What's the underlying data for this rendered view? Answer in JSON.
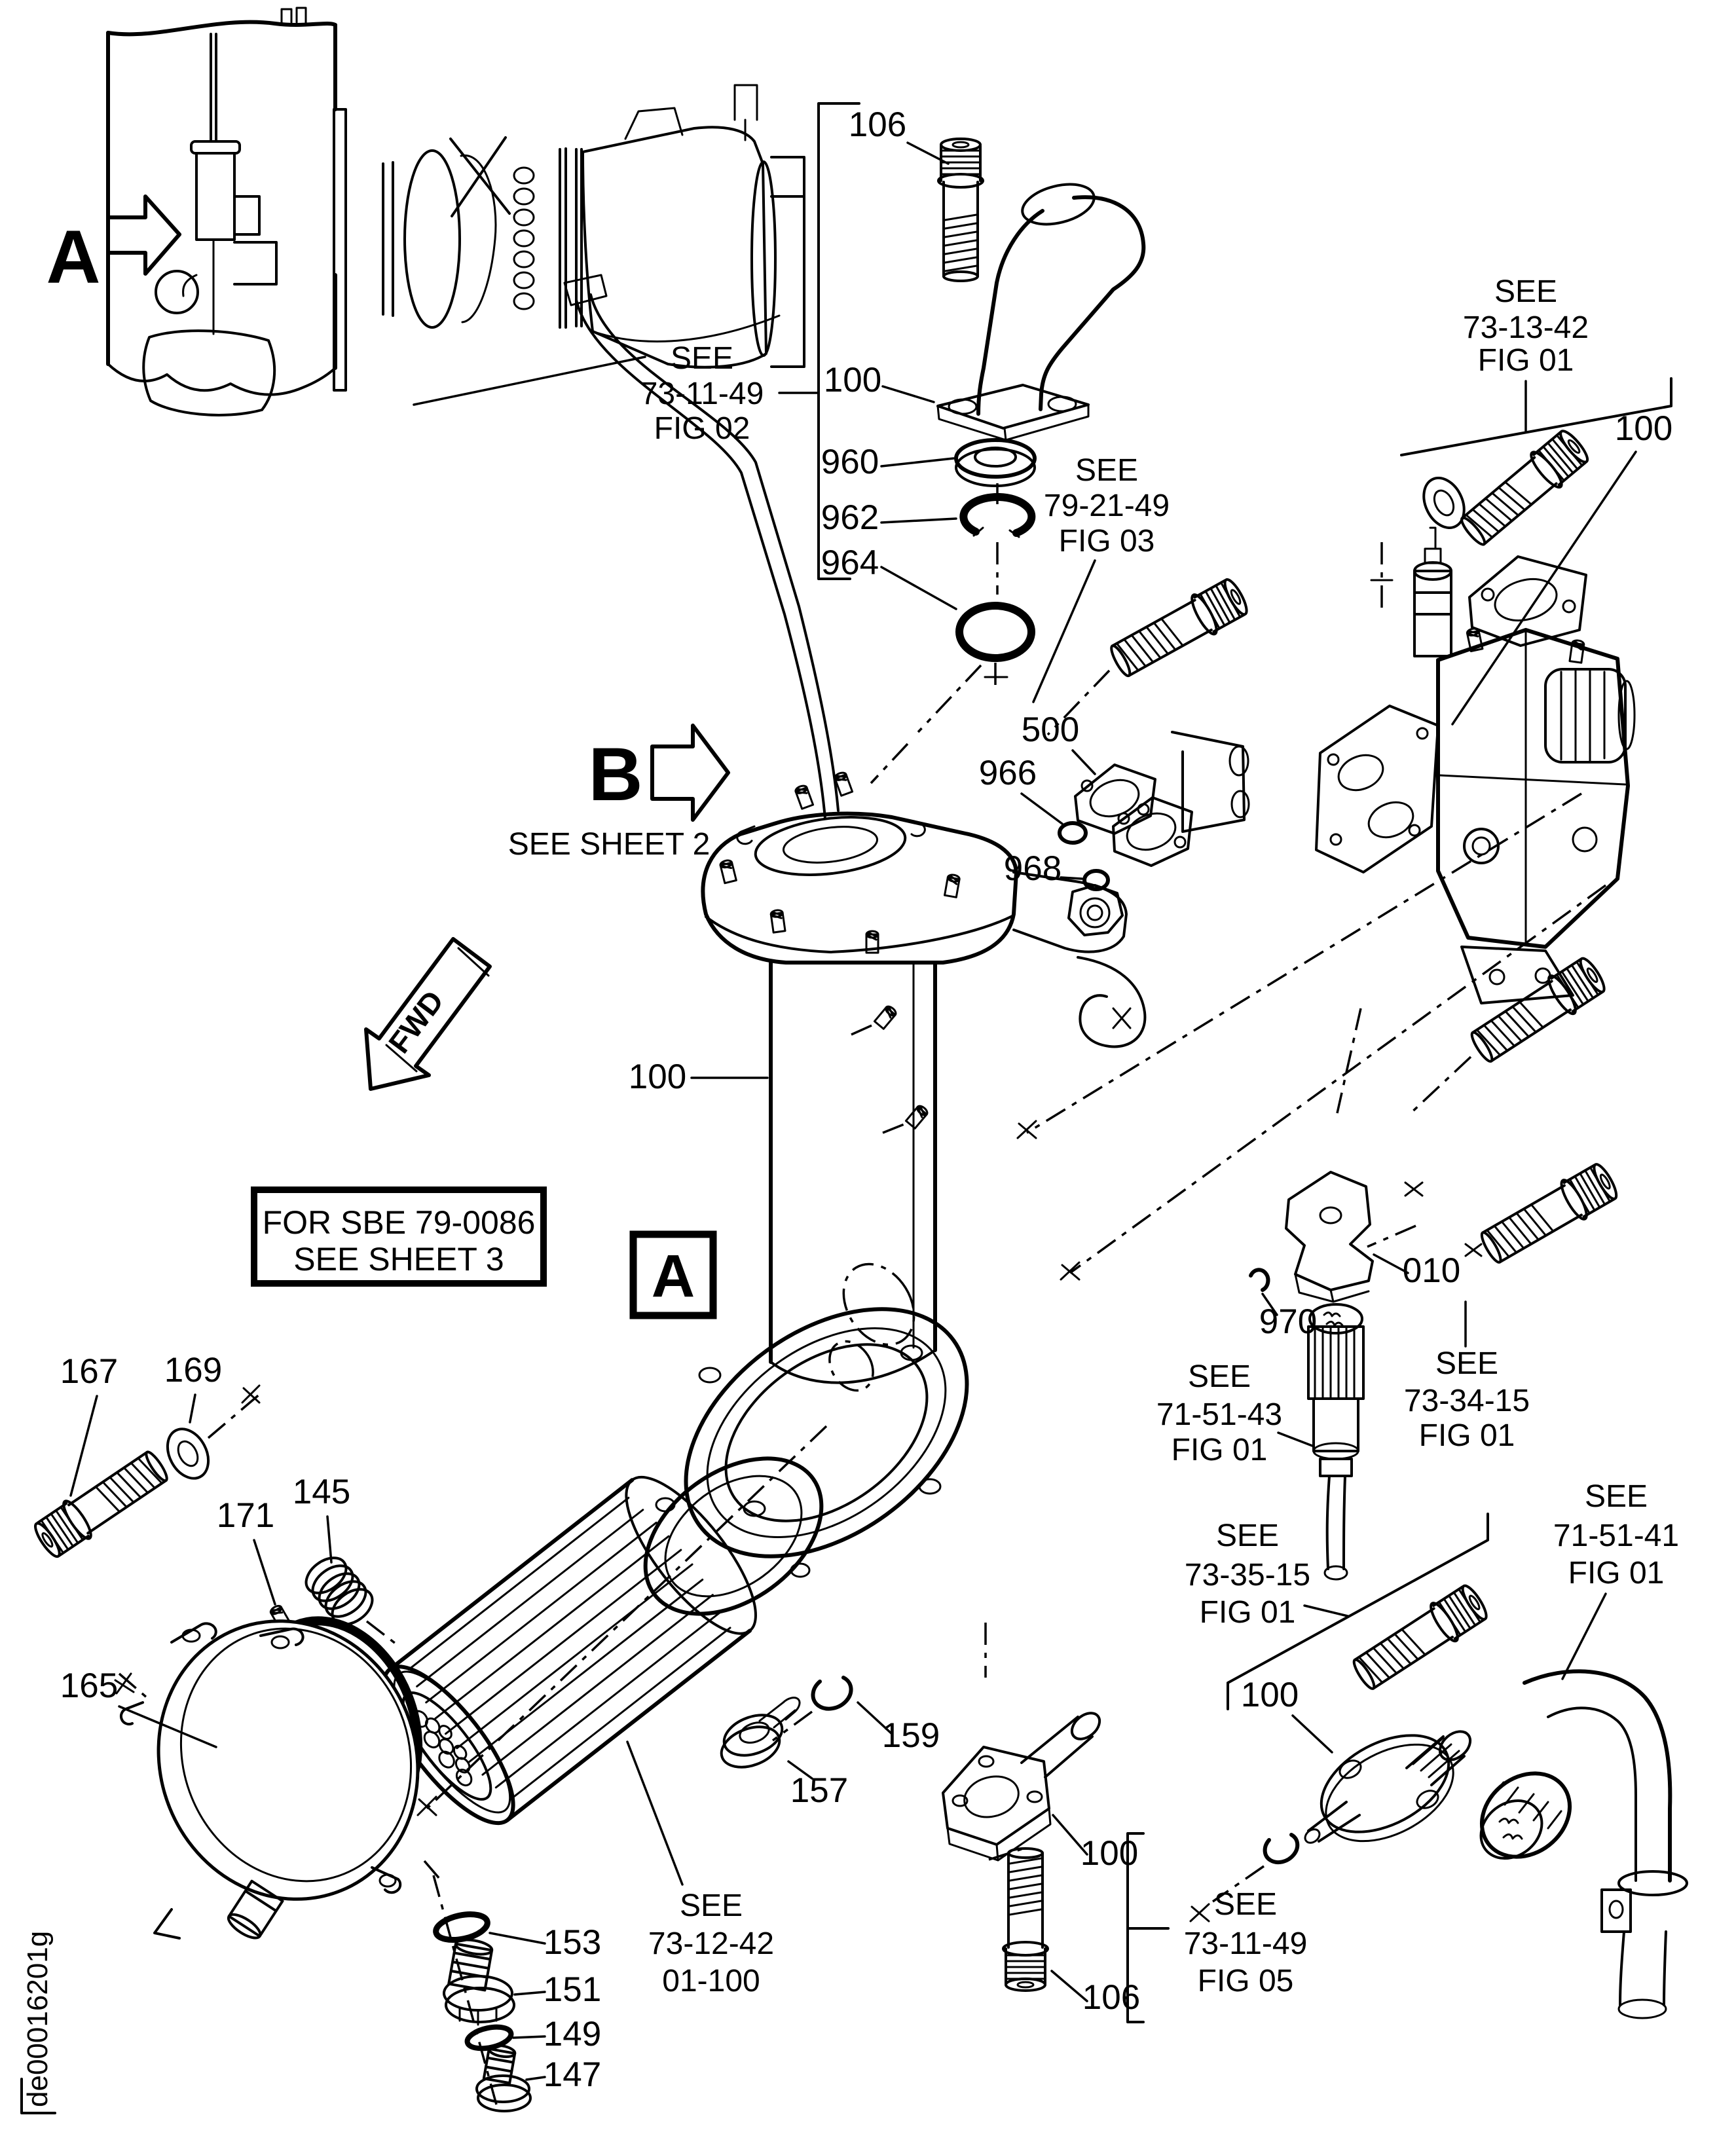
{
  "figure": {
    "doc_id": "de00016201g"
  },
  "markers": {
    "view_a_arrow": "A",
    "view_a_box": "A",
    "view_b_arrow": "B",
    "fwd": "FWD",
    "see_sheet_2": "SEE SHEET 2",
    "for_sbe": "FOR SBE 79-0086",
    "see_sheet_3": "SEE SHEET 3"
  },
  "callouts": {
    "bolt_top": "106",
    "elbow_pipe": "100",
    "seal_960": "960",
    "snap_ring_962": "962",
    "o_ring_964": "964",
    "pump_assy": "100",
    "gasket_500": "500",
    "o_ring_966": "966",
    "o_ring_968": "968",
    "housing_100": "100",
    "bracket_010": "010",
    "clip_970": "970",
    "bolt_167": "167",
    "washer_169": "169",
    "pin_171": "171",
    "spring_145": "145",
    "cover_165": "165",
    "o_ring_153": "153",
    "plug_151": "151",
    "o_ring_149": "149",
    "plug_147": "147",
    "plug_157": "157",
    "ring_159": "159",
    "flange_100": "100",
    "bolt_106_bottom": "106",
    "sender_100": "100"
  },
  "references": {
    "fig02": [
      "SEE",
      "73-11-49",
      "FIG 02"
    ],
    "fig03": [
      "SEE",
      "79-21-49",
      "FIG 03"
    ],
    "fig01_731342": [
      "SEE",
      "73-13-42",
      "FIG 01"
    ],
    "fig01_733415": [
      "SEE",
      "73-34-15",
      "FIG 01"
    ],
    "fig01_715143": [
      "SEE",
      "71-51-43",
      "FIG 01"
    ],
    "fig01_733515": [
      "SEE",
      "73-35-15",
      "FIG 01"
    ],
    "fig01_715141": [
      "SEE",
      "71-51-41",
      "FIG 01"
    ],
    "fig05_731149": [
      "SEE",
      "73-11-49",
      "FIG 05"
    ],
    "ref_731242": [
      "SEE",
      "73-12-42",
      "01-100"
    ]
  }
}
